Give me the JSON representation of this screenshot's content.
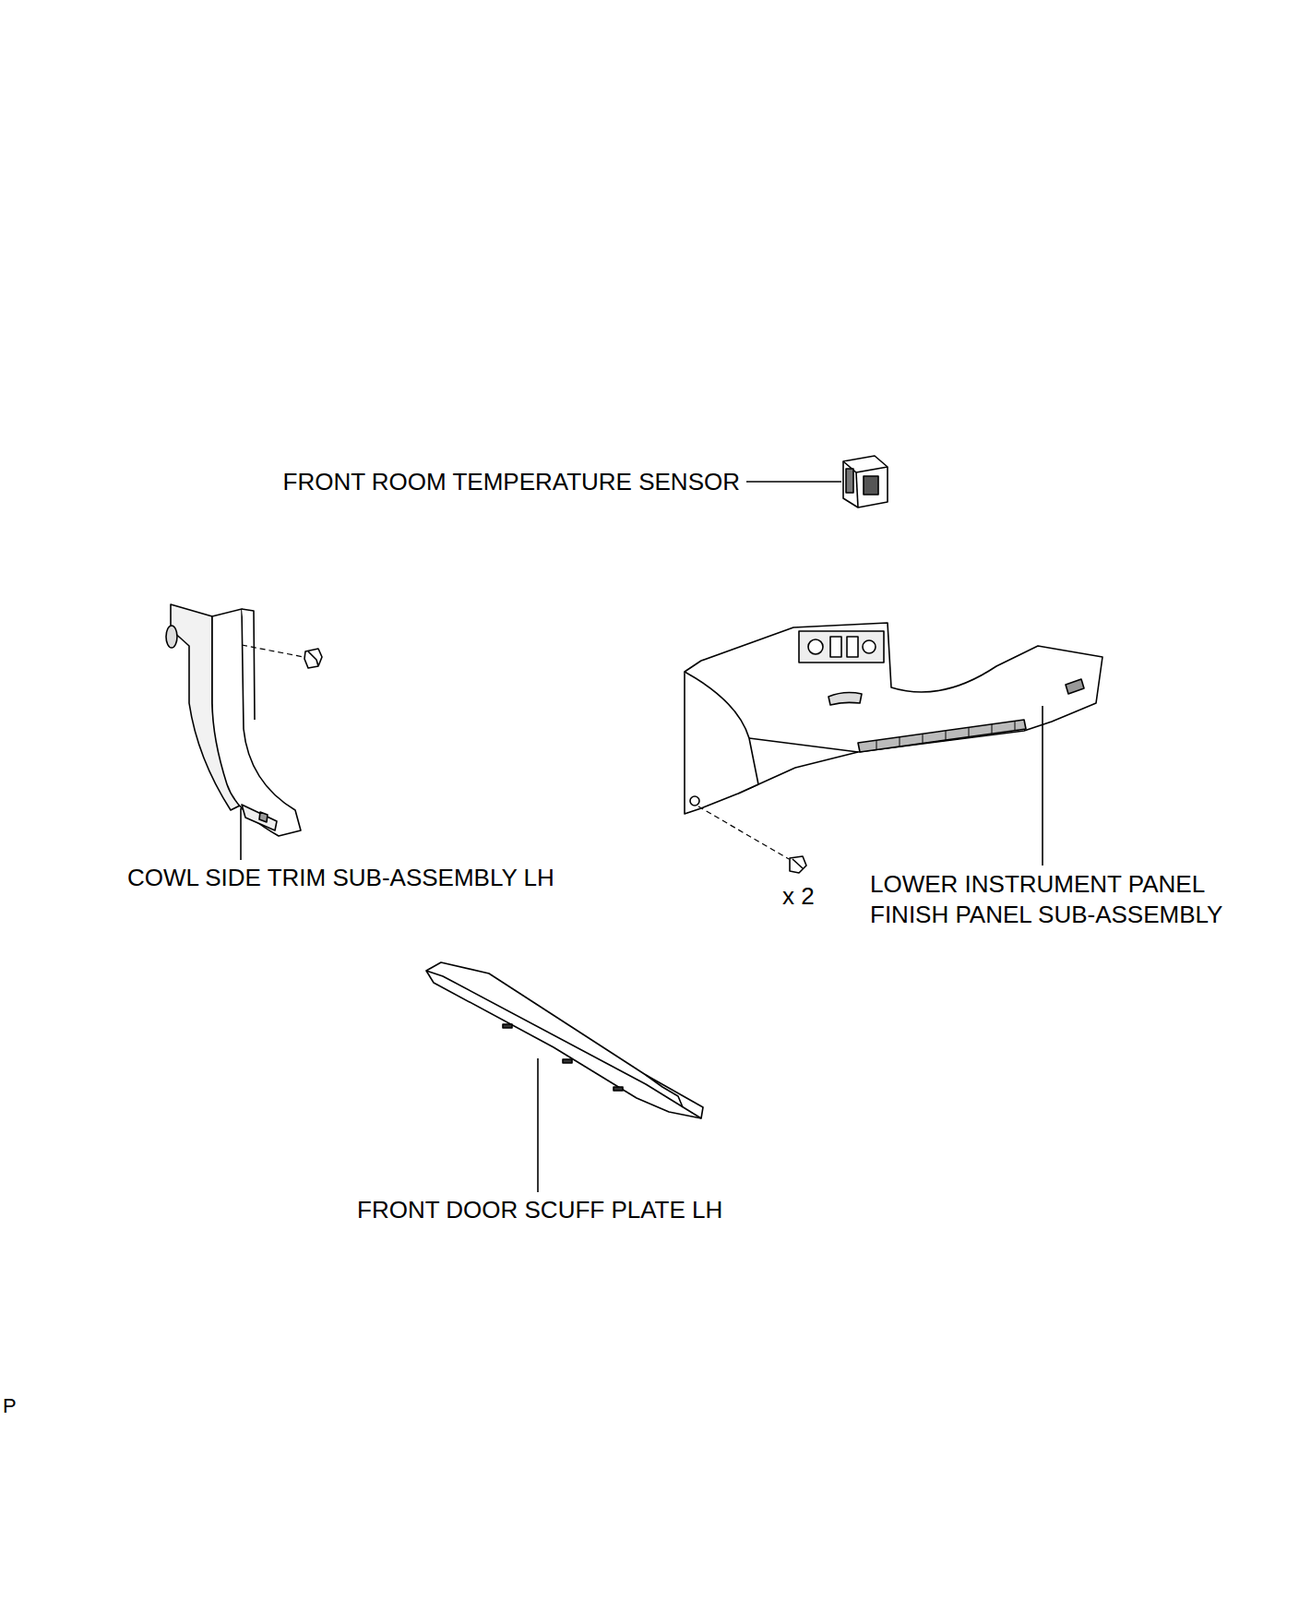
{
  "diagram": {
    "labels": [
      "FRONT ROOM TEMPERATURE SENSOR",
      "COWL SIDE TRIM SUB-ASSEMBLY LH",
      "LOWER INSTRUMENT PANEL FINISH PANEL SUB-ASSEMBLY",
      "x 2",
      "FRONT DOOR SCUFF PLATE LH",
      "P"
    ]
  }
}
